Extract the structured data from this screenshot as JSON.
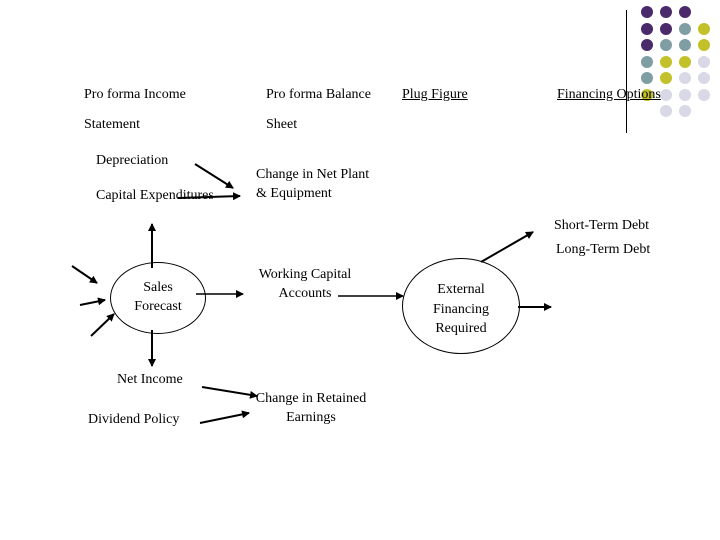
{
  "header": {
    "income_statement": "Pro forma Income",
    "income_statement_2": "Statement",
    "balance_sheet": "Pro forma Balance",
    "balance_sheet_2": "Sheet",
    "plug_figure": "Plug Figure",
    "financing_options": "Financing Options"
  },
  "nodes": {
    "depreciation": "Depreciation",
    "capital_expenditures": "Capital Expenditures",
    "net_plant_1": "Change in Net Plant",
    "net_plant_2": "& Equipment",
    "short_term_debt": "Short-Term Debt",
    "long_term_debt": "Long-Term Debt",
    "sales_1": "Sales",
    "sales_2": "Forecast",
    "working_capital_1": "Working Capital",
    "working_capital_2": "Accounts",
    "external_1": "External",
    "external_2": "Financing",
    "external_3": "Required",
    "net_income": "Net Income",
    "dividend_policy": "Dividend Policy",
    "retained_1": "Change in Retained",
    "retained_2": "Earnings"
  },
  "colors": {
    "purple": "#4b2a6b",
    "teal": "#7f9ea3",
    "olive": "#c2c12a",
    "lavender": "#d8d8e6",
    "line": "#000000"
  }
}
